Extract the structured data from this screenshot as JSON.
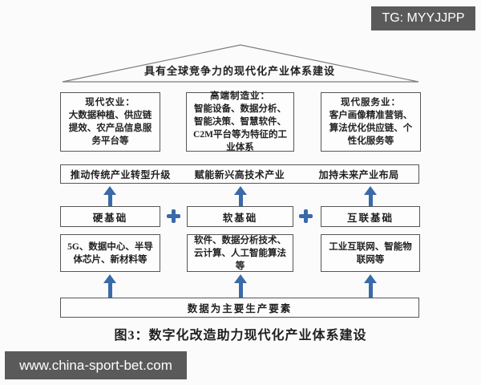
{
  "watermarks": {
    "tg_badge": "TG: MYYJJPP",
    "site_bar": "www.china-sport-bet.com"
  },
  "colors": {
    "arrow_blue": "#3a6aa8",
    "watermark_bg": "#5a5a5a",
    "box_border": "#565656"
  },
  "diagram": {
    "roof_title": "具有全球竞争力的现代化产业体系建设",
    "industry_boxes": [
      {
        "title": "现代农业：",
        "body": "大数据种植、供应链提效、农产品信息服务平台等"
      },
      {
        "title": "高端制造业：",
        "body": "智能设备、数据分析、智能决策、智慧软件、C2M平台等为特征的工业体系"
      },
      {
        "title": "现代服务业：",
        "body": "客户画像精准营销、算法优化供应链、个性化服务等"
      }
    ],
    "effect_labels": [
      "推动传统产业转型升级",
      "赋能新兴高技术产业",
      "加持未来产业布局"
    ],
    "foundation_boxes": [
      "硬基础",
      "软基础",
      "互联基础"
    ],
    "detail_boxes": [
      "5G、数据中心、半导体芯片、新材料等",
      "软件、数据分析技术、云计算、人工智能算法等",
      "工业互联网、智能物联网等"
    ],
    "base_box": "数据为主要生产要素",
    "caption": "图3：数字化改造助力现代化产业体系建设"
  }
}
